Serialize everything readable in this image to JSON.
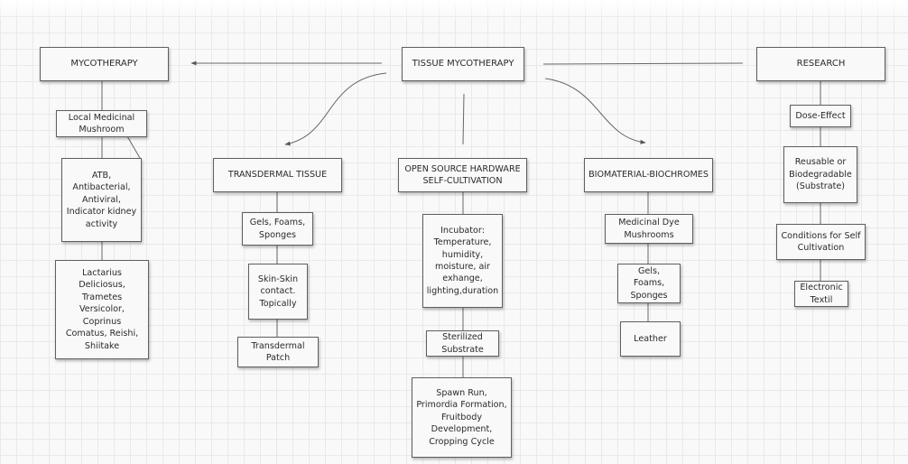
{
  "diagram": {
    "center": "TISSUE MYCOTHERAPY",
    "mycotherapy": {
      "title": "MYCOTHERAPY",
      "items": [
        "Local Medicinal\nMushroom",
        "ATB,\nAntibacterial,\nAntiviral,\nIndicator kidney\nactivity",
        "Lactarius\nDeliciosus,\nTrametes\nVersicolor, Coprinus\nComatus, Reishi,\nShiitake"
      ]
    },
    "research": {
      "title": "RESEARCH",
      "items": [
        "Dose-Effect",
        "Reusable or\nBiodegradable\n(Substrate)",
        "Conditions for Self\nCultivation",
        "Electronic\nTextil"
      ]
    },
    "transdermal": {
      "title": "TRANSDERMAL TISSUE",
      "items": [
        "Gels, Foams,\nSponges",
        "Skin-Skin\ncontact.\nTopically",
        "Transdermal\nPatch"
      ]
    },
    "open_source": {
      "title": "OPEN SOURCE HARDWARE\nSELF-CULTIVATION",
      "items": [
        "Incubator:\nTemperature,\nhumidity,\nmoisture, air\nexhange,\nlighting,duration",
        "Sterilized\nSubstrate",
        "Spawn Run,\nPrimordia Formation,\nFruitbody\nDevelopment,\nCropping Cycle"
      ]
    },
    "biomaterial": {
      "title": "BIOMATERIAL-BIOCHROMES",
      "items": [
        "Medicinal Dye\nMushrooms",
        "Gels, Foams,\nSponges",
        "Leather"
      ]
    }
  }
}
